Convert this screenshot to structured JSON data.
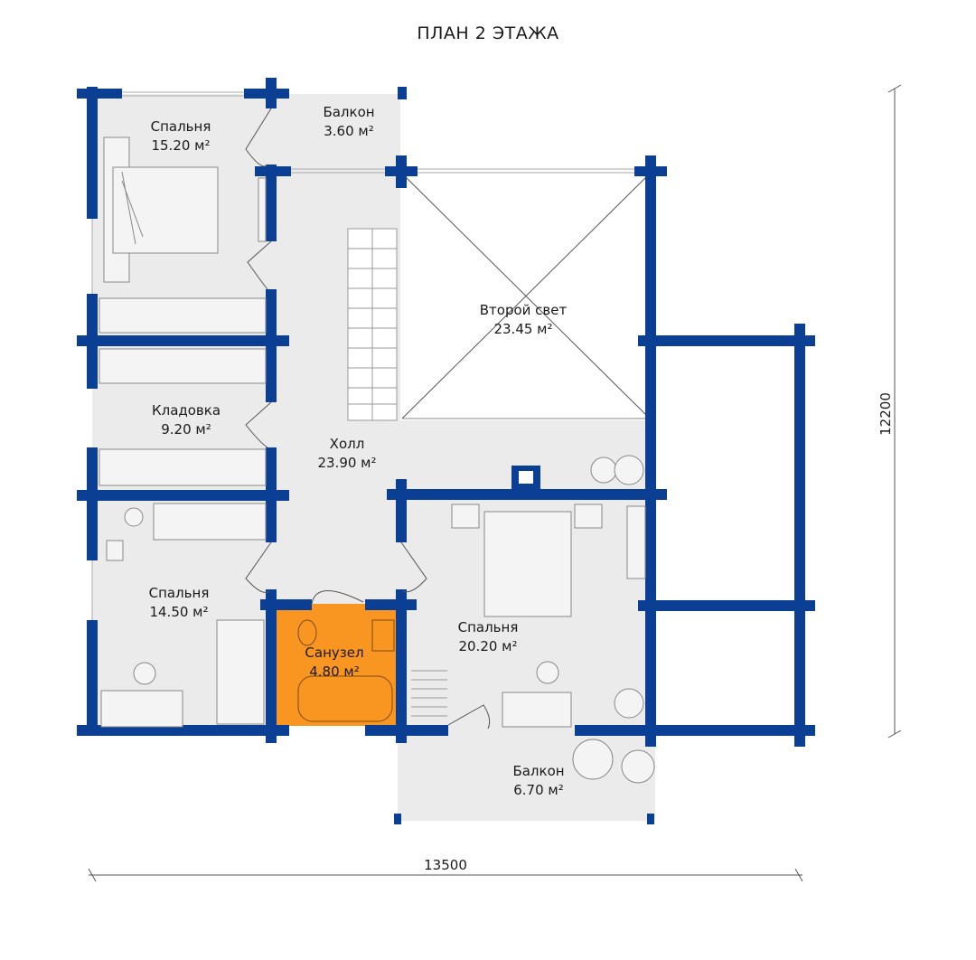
{
  "title": "ПЛАН 2 ЭТАЖА",
  "rooms": {
    "bedroom1": {
      "name": "Спальня",
      "area": "15.20 м²"
    },
    "balcony1": {
      "name": "Балкон",
      "area": "3.60 м²"
    },
    "second_light": {
      "name": "Второй свет",
      "area": "23.45 м²"
    },
    "storage": {
      "name": "Кладовка",
      "area": "9.20 м²"
    },
    "hall": {
      "name": "Холл",
      "area": "23.90 м²"
    },
    "bedroom2": {
      "name": "Спальня",
      "area": "14.50 м²"
    },
    "bathroom": {
      "name": "Санузел",
      "area": "4.80 м²"
    },
    "bedroom3": {
      "name": "Спальня",
      "area": "20.20 м²"
    },
    "balcony2": {
      "name": "Балкон",
      "area": "6.70 м²"
    }
  },
  "dimensions": {
    "width": "13500",
    "height": "12200"
  },
  "colors": {
    "wall": "#0a3f93",
    "floor": "#ebebeb",
    "bathroom": "#f99621",
    "line": "#8a8a8a"
  }
}
